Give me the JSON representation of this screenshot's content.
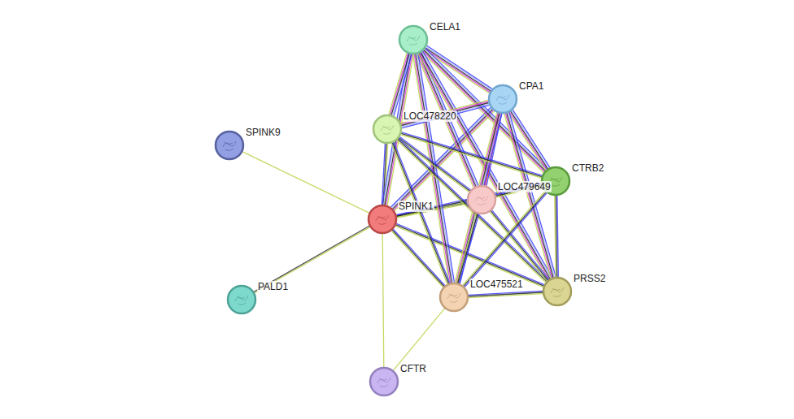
{
  "diagram": {
    "nodes": [
      {
        "text": [
          "CELA1"
        ]
      },
      {
        "text": [
          "CPA1"
        ]
      },
      {
        "text": [
          "LOC478220"
        ]
      },
      {
        "text": [
          "SPINK9"
        ]
      },
      {
        "text": [
          "CTRB2"
        ]
      },
      {
        "text": [
          "LOC479649"
        ]
      },
      {
        "text": [
          "SPINK1"
        ]
      },
      {
        "text": [
          "PRSS2"
        ]
      },
      {
        "text": [
          "LOC475521"
        ]
      },
      {
        "text": [
          "PALD1"
        ]
      },
      {
        "text": [
          "CFTR"
        ]
      }
    ],
    "edges": [
      {
        "from": 6,
        "to": 3,
        "arrow": "none"
      },
      {
        "from": 6,
        "to": 9,
        "arrow": "none"
      },
      {
        "from": 6,
        "to": 10,
        "arrow": "none"
      },
      {
        "from": 6,
        "to": 2,
        "arrow": "none"
      },
      {
        "from": 6,
        "to": 0,
        "arrow": "none"
      },
      {
        "from": 6,
        "to": 1,
        "arrow": "none"
      },
      {
        "from": 6,
        "to": 5,
        "arrow": "none"
      },
      {
        "from": 6,
        "to": 8,
        "arrow": "none"
      },
      {
        "from": 6,
        "to": 7,
        "arrow": "none"
      },
      {
        "from": 6,
        "to": 4,
        "arrow": "none"
      },
      {
        "from": 8,
        "to": 10,
        "arrow": "none"
      },
      {
        "from": 0,
        "to": 1,
        "arrow": "none"
      },
      {
        "from": 0,
        "to": 2,
        "arrow": "none"
      },
      {
        "from": 0,
        "to": 4,
        "arrow": "none"
      },
      {
        "from": 0,
        "to": 5,
        "arrow": "none"
      },
      {
        "from": 0,
        "to": 8,
        "arrow": "none"
      },
      {
        "from": 0,
        "to": 7,
        "arrow": "none"
      },
      {
        "from": 1,
        "to": 2,
        "arrow": "none"
      },
      {
        "from": 1,
        "to": 5,
        "arrow": "none"
      },
      {
        "from": 1,
        "to": 4,
        "arrow": "none"
      },
      {
        "from": 1,
        "to": 8,
        "arrow": "none"
      },
      {
        "from": 1,
        "to": 7,
        "arrow": "none"
      },
      {
        "from": 2,
        "to": 5,
        "arrow": "none"
      },
      {
        "from": 2,
        "to": 4,
        "arrow": "none"
      },
      {
        "from": 2,
        "to": 8,
        "arrow": "none"
      },
      {
        "from": 2,
        "to": 7,
        "arrow": "none"
      },
      {
        "from": 5,
        "to": 4,
        "arrow": "none"
      },
      {
        "from": 5,
        "to": 8,
        "arrow": "none"
      },
      {
        "from": 5,
        "to": 7,
        "arrow": "none"
      },
      {
        "from": 4,
        "to": 7,
        "arrow": "none"
      },
      {
        "from": 4,
        "to": 8,
        "arrow": "none"
      },
      {
        "from": 8,
        "to": 7,
        "arrow": "none"
      }
    ]
  }
}
